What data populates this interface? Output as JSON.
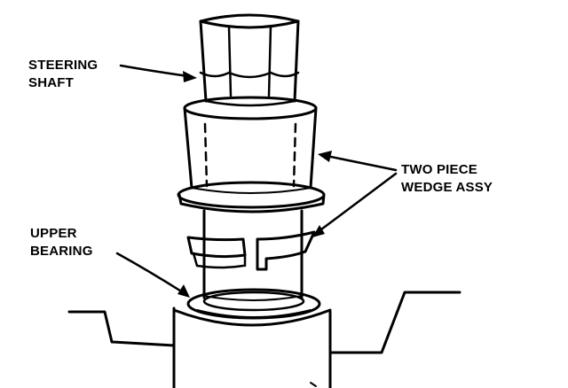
{
  "labels": {
    "steering_shaft": [
      "STEERING",
      "SHAFT"
    ],
    "two_piece_wedge": [
      "TWO PIECE",
      "WEDGE ASSY"
    ],
    "upper_bearing": [
      "UPPER",
      "BEARING"
    ]
  },
  "colors": {
    "ink": "#000000",
    "paper": "#ffffff"
  }
}
